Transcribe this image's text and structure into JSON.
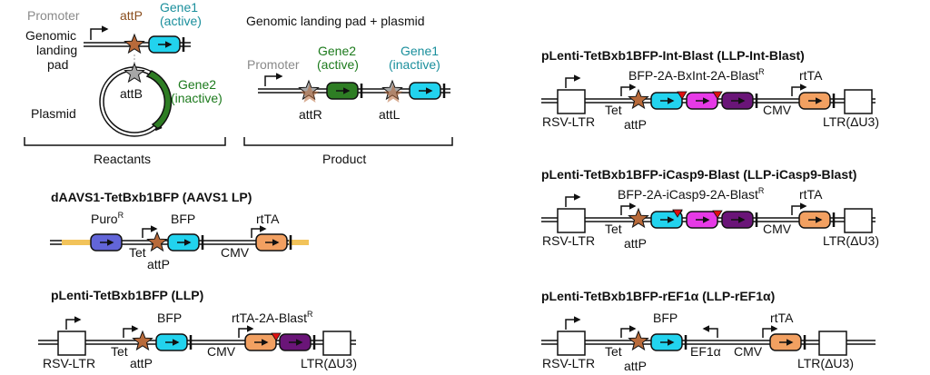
{
  "colors": {
    "bfp": "#22d3ee",
    "gene2": "#2e7d24",
    "int": "#e63ae6",
    "blast": "#6a1578",
    "rtta": "#f2a061",
    "puro": "#6265d8",
    "insulator": "#f2c35a",
    "star": "#b86a3a",
    "star_gray": "#a7a7a7",
    "t2a": "#e01010",
    "promoter_gray": "#8a8a8a",
    "attp_brown": "#8a4e1e",
    "gene1_teal": "#1a8f9c",
    "gene2_green": "#1c7a1c"
  },
  "reaction": {
    "promoter": "Promoter",
    "attP": "attP",
    "gene1_line1": "Gene1",
    "gene1_line2": "(active)",
    "landing_line1": "Genomic",
    "landing_line2": "landing",
    "landing_line3": "pad",
    "attB": "attB",
    "gene2_line1": "Gene2",
    "gene2_line2": "(inactive)",
    "plasmid": "Plasmid",
    "reactants": "Reactants",
    "product_title": "Genomic landing pad + plasmid",
    "product_promoter": "Promoter",
    "product_gene2_line1": "Gene2",
    "product_gene2_line2": "(active)",
    "product_gene1_line1": "Gene1",
    "product_gene1_line2": "(inactive)",
    "attR": "attR",
    "attL": "attL",
    "product": "Product"
  },
  "aavs1": {
    "title": "dAAVS1-TetBxb1BFP (AAVS1 LP)",
    "puro": "Puro",
    "puro_sup": "R",
    "bfp": "BFP",
    "rtta": "rtTA",
    "tet": "Tet",
    "attp": "attP",
    "cmv": "CMV"
  },
  "llp": {
    "title": "pLenti-TetBxb1BFP (LLP)",
    "bfp": "BFP",
    "rtta": "rtTA-2A-Blast",
    "rtta_sup": "R",
    "rsv": "RSV-LTR",
    "tet": "Tet",
    "attp": "attP",
    "cmv": "CMV",
    "ltr": "LTR(ΔU3)"
  },
  "int_blast": {
    "title": "pLenti-TetBxb1BFP-Int-Blast (LLP-Int-Blast)",
    "cassette": "BFP-2A-BxInt-2A-Blast",
    "cassette_sup": "R",
    "rtta": "rtTA",
    "rsv": "RSV-LTR",
    "tet": "Tet",
    "attp": "attP",
    "cmv": "CMV",
    "ltr": "LTR(ΔU3)"
  },
  "icasp9": {
    "title": "pLenti-TetBxb1BFP-iCasp9-Blast (LLP-iCasp9-Blast)",
    "cassette": "BFP-2A-iCasp9-2A-Blast",
    "cassette_sup": "R",
    "rtta": "rtTA",
    "rsv": "RSV-LTR",
    "tet": "Tet",
    "attp": "attP",
    "cmv": "CMV",
    "ltr": "LTR(ΔU3)"
  },
  "ref1a": {
    "title": "pLenti-TetBxb1BFP-rEF1α (LLP-rEF1α)",
    "bfp": "BFP",
    "rtta": "rtTA",
    "rsv": "RSV-LTR",
    "tet": "Tet",
    "attp": "attP",
    "ef1a": "EF1α",
    "cmv": "CMV",
    "ltr": "LTR(ΔU3)"
  }
}
